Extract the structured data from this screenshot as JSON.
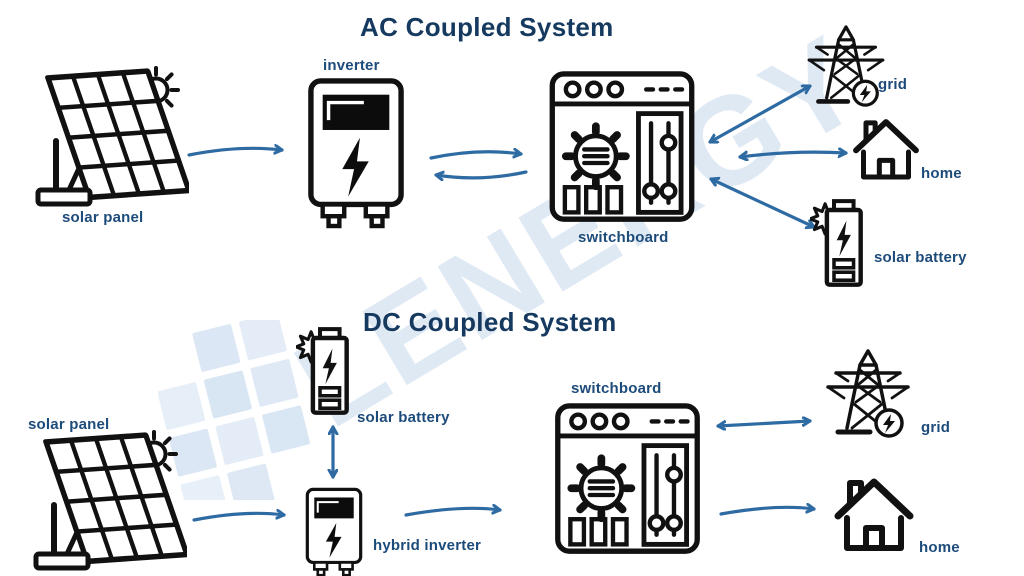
{
  "sections": {
    "ac": {
      "title": "AC Coupled System",
      "labels": {
        "solar_panel": "solar panel",
        "inverter": "inverter",
        "switchboard": "switchboard",
        "grid": "grid",
        "home": "home",
        "solar_battery": "solar battery"
      }
    },
    "dc": {
      "title": "DC Coupled System",
      "labels": {
        "solar_panel": "solar panel",
        "solar_battery": "solar battery",
        "hybrid_inverter": "hybrid inverter",
        "switchboard": "switchboard",
        "grid": "grid",
        "home": "home"
      }
    }
  },
  "watermark": {
    "text": "LENERGY"
  },
  "icons": [
    "solar-panel-icon",
    "sun-icon",
    "inverter-icon",
    "switchboard-icon",
    "grid-tower-icon",
    "home-icon",
    "solar-battery-icon",
    "hybrid-inverter-icon"
  ],
  "colors": {
    "title": "#163a5f",
    "label": "#1d4b7a",
    "arrow": "#2f6ba3",
    "icon_stroke": "#111111",
    "watermark": "#dfe9f4"
  }
}
